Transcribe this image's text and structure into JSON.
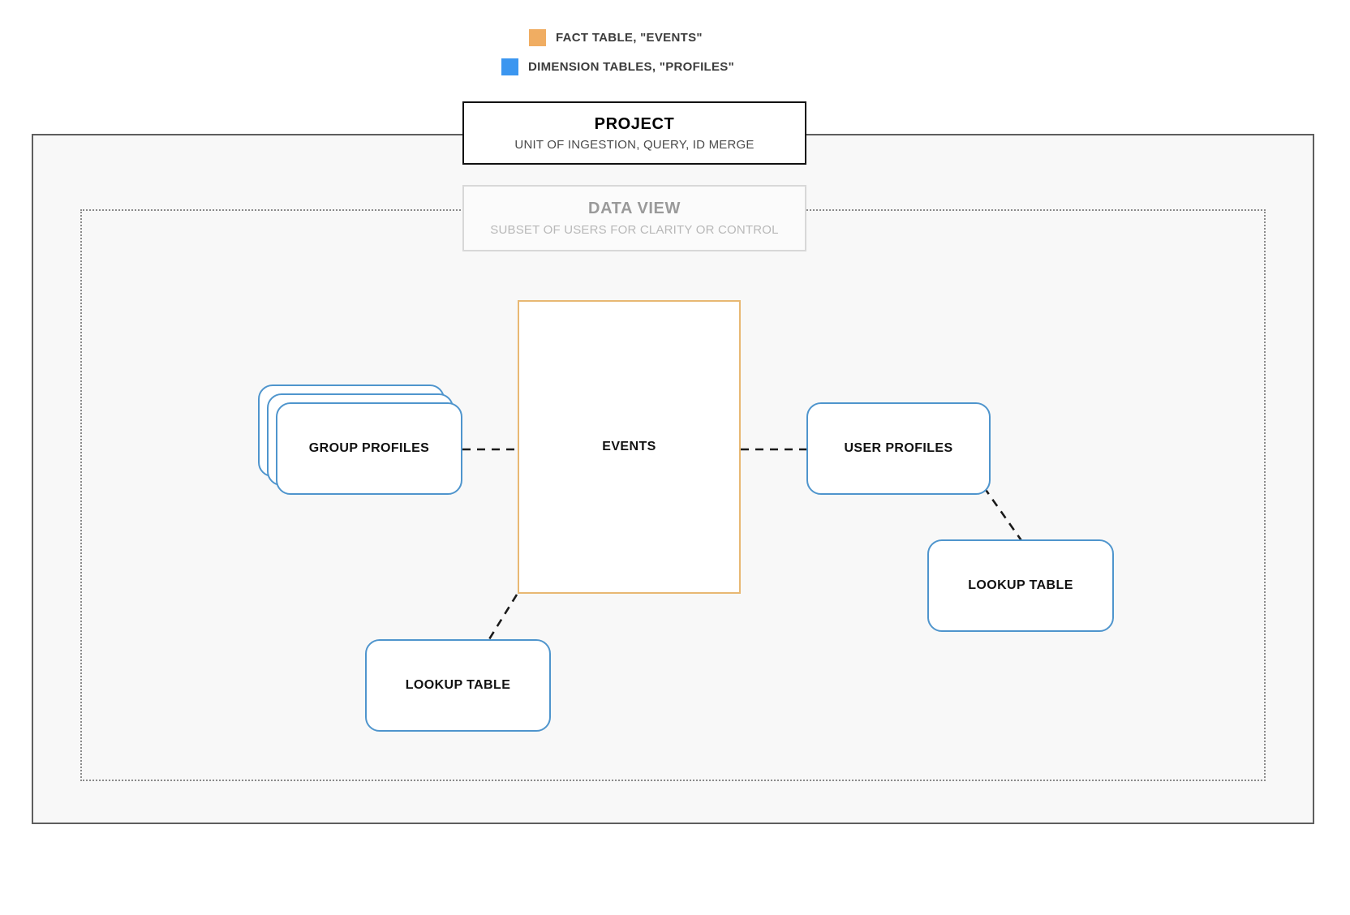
{
  "legend": {
    "items": [
      {
        "label": "FACT TABLE, \"EVENTS\"",
        "color": "#f0ad62",
        "icon": "square-swatch-icon"
      },
      {
        "label": "DIMENSION TABLES, \"PROFILES\"",
        "color": "#3b96f0",
        "icon": "square-swatch-icon"
      }
    ]
  },
  "project": {
    "title": "PROJECT",
    "subtitle": "UNIT OF INGESTION, QUERY, ID MERGE",
    "border_color": "#111111"
  },
  "data_view": {
    "title": "DATA VIEW",
    "subtitle": "SUBSET OF USERS FOR CLARITY OR CONTROL",
    "border_color": "#d8d8d8",
    "text_color": "#9a9a9a"
  },
  "nodes": {
    "events": {
      "label": "EVENTS",
      "type": "fact-table",
      "border_color": "#e8b873"
    },
    "group_profiles": {
      "label": "GROUP PROFILES",
      "type": "dimension-table-stack",
      "stack_count": 3,
      "border_color": "#4f95cd"
    },
    "user_profiles": {
      "label": "USER PROFILES",
      "type": "dimension-table",
      "border_color": "#4f95cd"
    },
    "lookup_table_left": {
      "label": "LOOKUP TABLE",
      "type": "dimension-table",
      "border_color": "#4f95cd"
    },
    "lookup_table_right": {
      "label": "LOOKUP TABLE",
      "type": "dimension-table",
      "border_color": "#4f95cd"
    }
  },
  "connections": [
    {
      "from": "group_profiles",
      "to": "events",
      "style": "dashed"
    },
    {
      "from": "events",
      "to": "user_profiles",
      "style": "dashed"
    },
    {
      "from": "user_profiles",
      "to": "lookup_table_right",
      "style": "dashed"
    },
    {
      "from": "events",
      "to": "lookup_table_left",
      "style": "dashed"
    }
  ]
}
